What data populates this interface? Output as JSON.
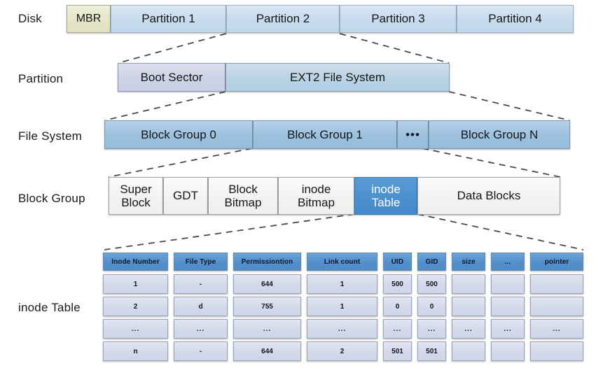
{
  "labels": {
    "disk": "Disk",
    "partition": "Partition",
    "file_system": "File System",
    "block_group": "Block Group",
    "inode_table": "inode Table"
  },
  "colors": {
    "mbr_fill": "#e3e5c6",
    "partition_fill": "#c6dbee",
    "boot_sector_fill": "#ccd3e6",
    "ext2_fill": "#b9d3e5",
    "block_group_fill": "#9bc1df",
    "block_group_cell_fill": "#f2f2f2",
    "inode_table_highlight": "#4a8fcd",
    "table_header_fill": "#538fcb",
    "table_row_fill": "#d3d9ea",
    "connector_line": "#4a4a4a",
    "text": "#161616",
    "highlight_text": "#ffffff"
  },
  "disk_row": {
    "cells": [
      {
        "label": "MBR",
        "kind": "mbr"
      },
      {
        "label": "Partition 1",
        "kind": "partition"
      },
      {
        "label": "Partition 2",
        "kind": "partition"
      },
      {
        "label": "Partition 3",
        "kind": "partition"
      },
      {
        "label": "Partition 4",
        "kind": "partition"
      }
    ]
  },
  "partition_row": {
    "cells": [
      {
        "label": "Boot Sector",
        "kind": "boot"
      },
      {
        "label": "EXT2 File System",
        "kind": "ext2"
      }
    ]
  },
  "file_system_row": {
    "cells": [
      {
        "label": "Block Group 0",
        "kind": "group"
      },
      {
        "label": "Block Group 1",
        "kind": "group"
      },
      {
        "label": "•••",
        "kind": "ellipsis"
      },
      {
        "label": "Block Group N",
        "kind": "group"
      }
    ]
  },
  "block_group_row": {
    "cells": [
      {
        "label": "Super\nBlock",
        "highlighted": false
      },
      {
        "label": "GDT",
        "highlighted": false
      },
      {
        "label": "Block\nBitmap",
        "highlighted": false
      },
      {
        "label": "inode\nBitmap",
        "highlighted": false
      },
      {
        "label": "inode\nTable",
        "highlighted": true
      },
      {
        "label": "Data Blocks",
        "highlighted": false
      }
    ]
  },
  "inode_table": {
    "headers": [
      "Inode Number",
      "File Type",
      "Permissiontion",
      "Link count",
      "UID",
      "GID",
      "size",
      "...",
      "pointer"
    ],
    "rows": [
      [
        "1",
        "-",
        "644",
        "1",
        "500",
        "500",
        "",
        "",
        ""
      ],
      [
        "2",
        "d",
        "755",
        "1",
        "0",
        "0",
        "",
        "",
        ""
      ],
      [
        "...",
        "...",
        "...",
        "...",
        "...",
        "...",
        "...",
        "...",
        "..."
      ],
      [
        "n",
        "-",
        "644",
        "2",
        "501",
        "501",
        "",
        "",
        ""
      ]
    ]
  }
}
